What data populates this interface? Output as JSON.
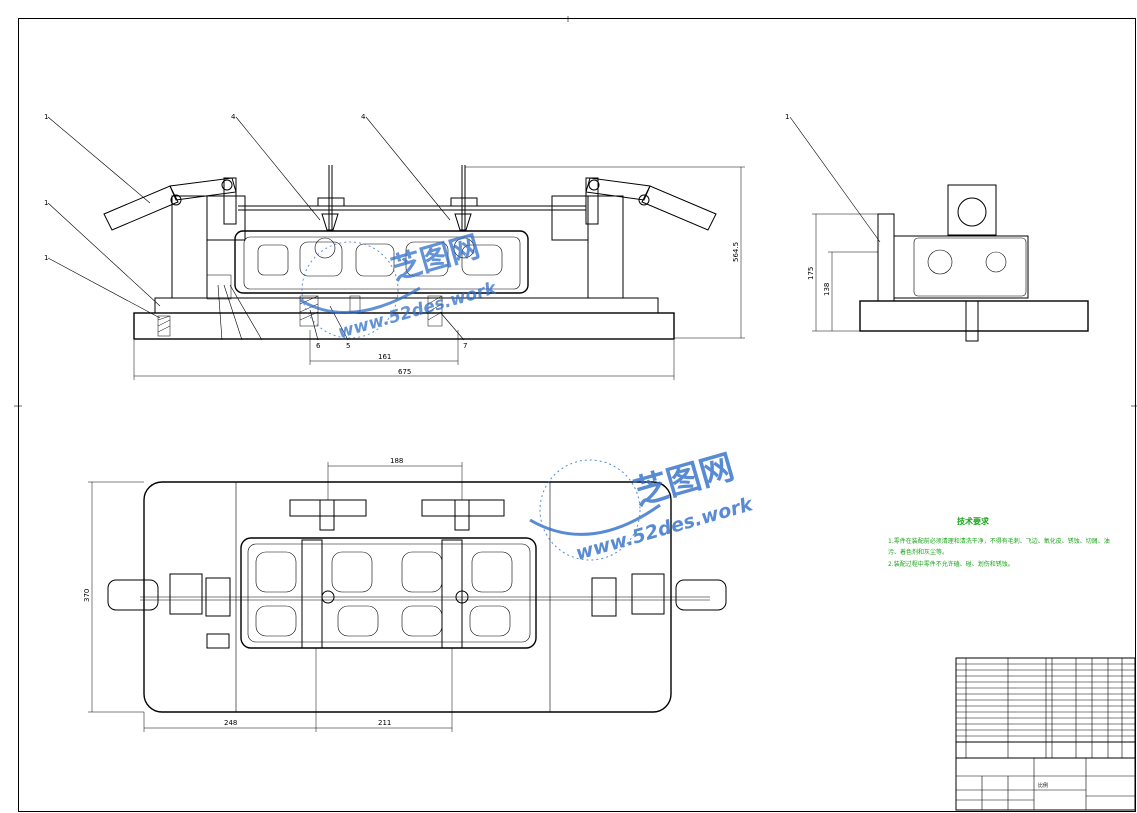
{
  "watermark": {
    "brand_cn": "芝图网",
    "url": "www.52des.work",
    "color": "#2f6fc9"
  },
  "front_view": {
    "balloons": [
      "1",
      "1",
      "1",
      "4",
      "4"
    ],
    "bottom_labels": [
      "6",
      "5",
      "7"
    ],
    "dims": {
      "overall_width": "675",
      "span": "161",
      "height_total": "564.5"
    }
  },
  "side_view": {
    "balloon": "1",
    "dims": {
      "h1": "175",
      "h2": "138"
    }
  },
  "plan_view": {
    "dims": {
      "top": "188",
      "left_height": "370",
      "bottom_left": "248",
      "bottom_right": "211"
    }
  },
  "tech_notes": {
    "title": "技术要求",
    "lines": [
      "1.零件在装配前必须清理和清洗干净，不得有毛刺、飞边、氧化皮、锈蚀、切屑、油",
      "污、着色剂和灰尘等。",
      "2.装配过程中零件不允许磕、碰、划伤和锈蚀。"
    ],
    "color": "#1aa41a"
  },
  "title_block": {
    "scale_label": "比例"
  }
}
